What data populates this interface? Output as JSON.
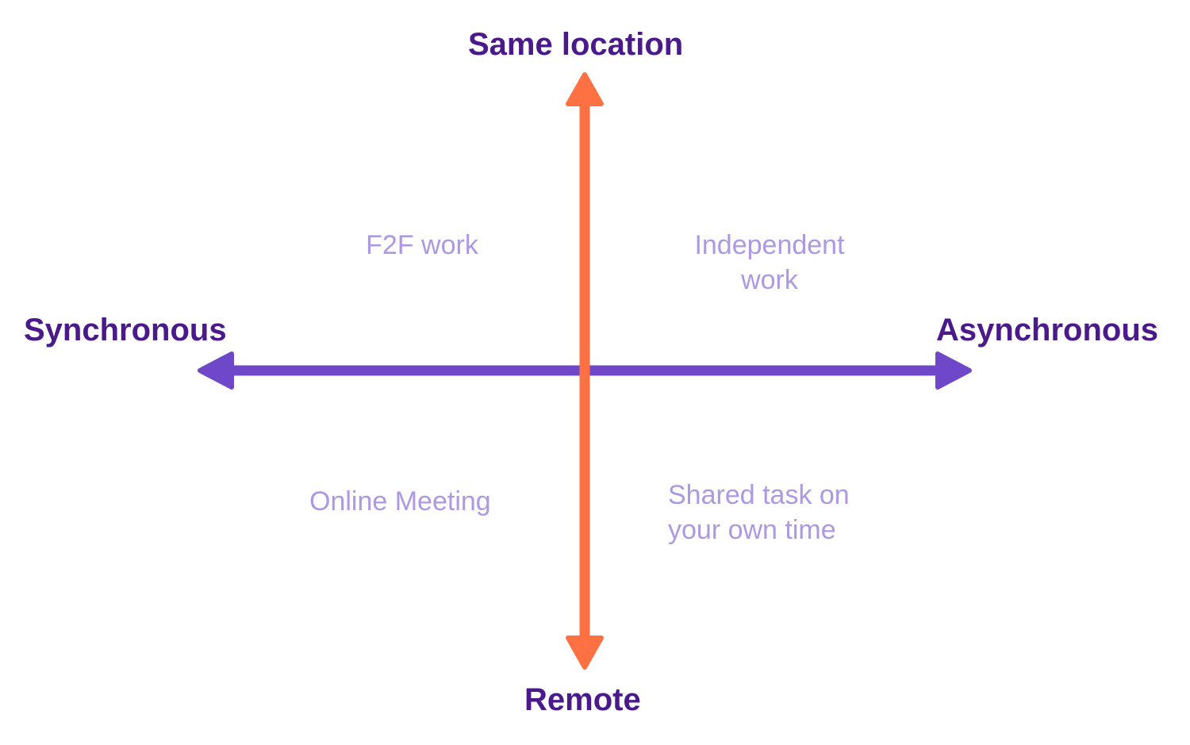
{
  "axes": {
    "vertical": {
      "top_label": "Same location",
      "bottom_label": "Remote"
    },
    "horizontal": {
      "left_label": "Synchronous",
      "right_label": "Asynchronous"
    }
  },
  "quadrants": {
    "top_left": [
      "F2F work"
    ],
    "top_right": [
      "Independent",
      "work"
    ],
    "bottom_left": [
      "Online Meeting"
    ],
    "bottom_right": [
      "Shared task on",
      "your own time"
    ]
  },
  "colors": {
    "axis_label": "#4a1a8a",
    "quadrant_label": "#ad98e4",
    "horizontal_arrow": "#6e48c8",
    "vertical_arrow": "#ff7143",
    "background": "#ffffff"
  }
}
